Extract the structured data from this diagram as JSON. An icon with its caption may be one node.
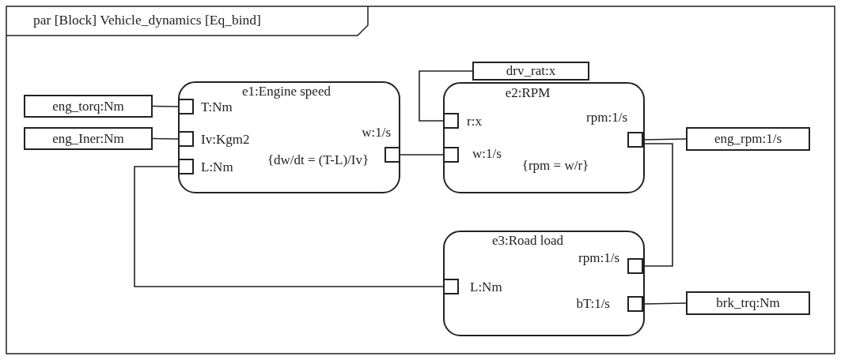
{
  "diagram": {
    "title": "par [Block] Vehicle_dynamics [Eq_bind]",
    "nodes": [
      {
        "text": [
          "drv_rat:x"
        ]
      },
      {
        "text": [
          "e1:Engine speed",
          "{dw/dt = (T-L)/Iv}"
        ]
      },
      {
        "text": [],
        "shape": "box",
        "in": 1,
        "beside": [
          "T:Nm"
        ]
      },
      {
        "text": [],
        "shape": "box",
        "in": 1,
        "beside": [
          "Iv:Kgm2"
        ]
      },
      {
        "text": [],
        "shape": "box",
        "in": 1,
        "beside": [
          "L:Nm"
        ]
      },
      {
        "text": [],
        "shape": "box",
        "in": 1,
        "beside": [
          "w:1/s"
        ]
      },
      {
        "text": [
          "e2:RPM",
          "{rpm = w/r}"
        ]
      },
      {
        "text": [],
        "shape": "box",
        "in": 6,
        "beside": [
          "r:x"
        ]
      },
      {
        "text": [],
        "shape": "box",
        "in": 6,
        "beside": [
          "w:1/s"
        ]
      },
      {
        "text": [],
        "shape": "box",
        "in": 6,
        "beside": [
          "rpm:1/s"
        ]
      },
      {
        "text": [
          "eng_torq:Nm"
        ]
      },
      {
        "text": [
          "eng_Iner:Nm"
        ]
      },
      {
        "text": [
          "eng_rpm:1/s"
        ]
      },
      {
        "text": [
          "e3:Road load"
        ]
      },
      {
        "text": [],
        "shape": "box",
        "in": 13,
        "beside": [
          "rpm:1/s"
        ]
      },
      {
        "text": [],
        "shape": "box",
        "in": 13,
        "beside": [
          "L:Nm"
        ]
      },
      {
        "text": [],
        "shape": "box",
        "in": 13,
        "beside": [
          "bT:1/s"
        ]
      },
      {
        "text": [
          "brk_trq:Nm"
        ]
      }
    ],
    "edges": [
      {
        "from": 0,
        "to": 7,
        "arrow": "none"
      },
      {
        "from": 10,
        "to": 2,
        "arrow": "none"
      },
      {
        "from": 11,
        "to": 3,
        "arrow": "none"
      },
      {
        "from": 5,
        "to": 8,
        "arrow": "none"
      },
      {
        "from": 9,
        "to": 12,
        "arrow": "none"
      },
      {
        "from": 4,
        "to": 15,
        "arrow": "none"
      },
      {
        "from": 9,
        "to": 14,
        "arrow": "none"
      },
      {
        "from": 16,
        "to": 17,
        "arrow": "none"
      }
    ]
  }
}
